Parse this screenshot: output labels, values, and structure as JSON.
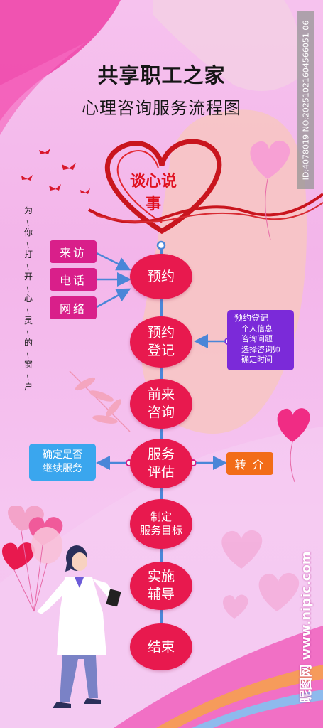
{
  "title": {
    "line1": "共享职工之家",
    "line2": "心理咨询服务流程图"
  },
  "heart_label": "谈心说事",
  "side_text": [
    "为",
    "你",
    "打",
    "开",
    "心",
    "灵",
    "的",
    "窗",
    "户"
  ],
  "channels": [
    "来访",
    "电话",
    "网络"
  ],
  "steps": [
    "预约",
    "预约\n登记",
    "前来\n咨询",
    "服务\n评估",
    "制定\n服务目标",
    "实施\n辅导",
    "结束"
  ],
  "registration_box": {
    "heading": "预约登记",
    "items": [
      "个人信息",
      "咨询问题",
      "选择咨询师",
      "确定时间"
    ]
  },
  "left_option": "确定是否\n继续服务",
  "right_option": "转 介",
  "watermark": {
    "id_text": "ID:4078019 NO:20251021604566051 06",
    "site": "昵图网 www.nipic.com"
  },
  "colors": {
    "node": "#e8194e",
    "channel": "#d91f8a",
    "info": "#7b2ad9",
    "blue_tag": "#3aa6ee",
    "orange_tag": "#f26c18",
    "flow_line": "#4a86d8"
  }
}
